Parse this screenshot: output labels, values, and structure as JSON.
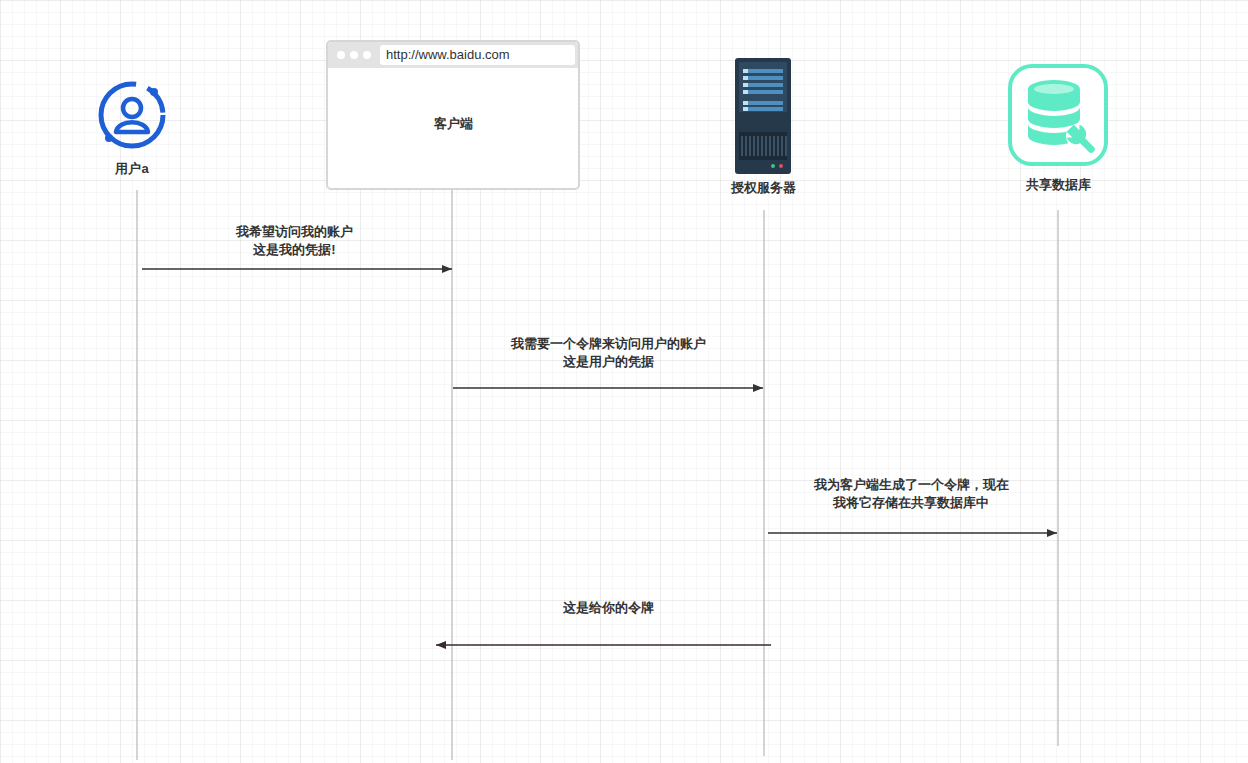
{
  "diagram": {
    "nodes": [
      {
        "text": [
          "用户a"
        ]
      },
      {
        "text": [
          "http://www.baidu.com",
          "客户端"
        ]
      },
      {
        "text": [
          "授权服务器"
        ]
      },
      {
        "text": [
          "共享数据库"
        ]
      }
    ],
    "edges": [
      {
        "from": 0,
        "to": 1,
        "arrow": "to",
        "label": "我希望访问我的账户 这是我的凭据!"
      },
      {
        "from": 1,
        "to": 2,
        "arrow": "to",
        "label": "我需要一个令牌来访问用户的账户 这是用户的凭据"
      },
      {
        "from": 2,
        "to": 3,
        "arrow": "to",
        "label": "我为客户端生成了一个令牌，现在 我将它存储在共享数据库中"
      },
      {
        "from": 2,
        "to": 1,
        "arrow": "to",
        "label": "这是给你的令牌"
      }
    ]
  }
}
